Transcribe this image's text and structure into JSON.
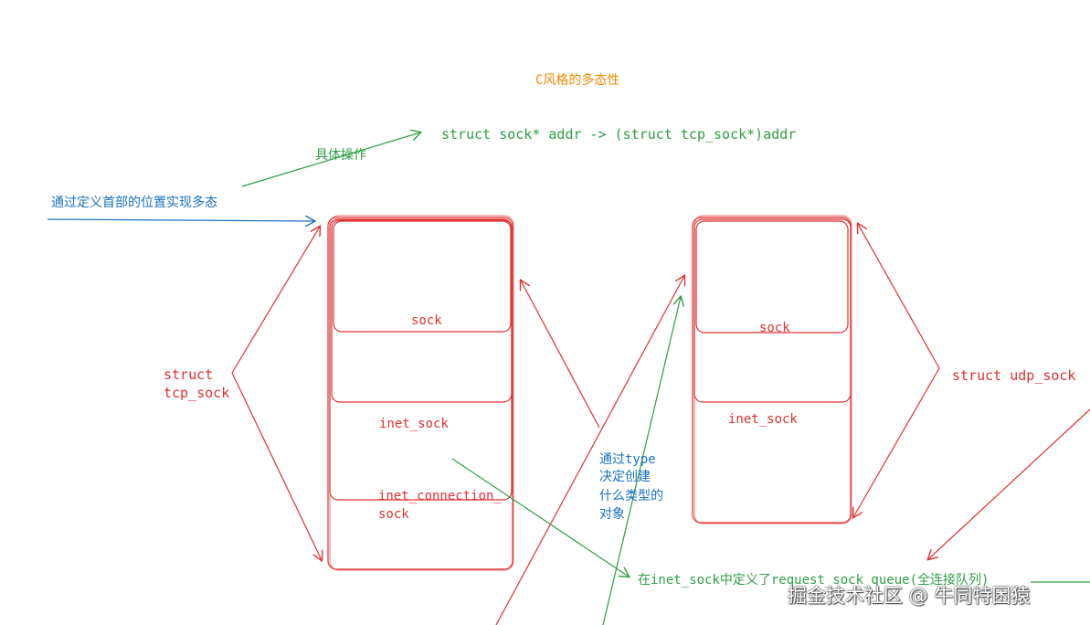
{
  "title": "C风格的多态性",
  "code_line": "struct sock* addr -> (struct tcp_sock*)addr",
  "annotation_specific_op": "具体操作",
  "annotation_header_poly": "通过定义首部的位置实现多态",
  "tcp": {
    "struct_label_line1": "struct",
    "struct_label_line2": "tcp_sock",
    "sock": "sock",
    "inet_sock": "inet_sock",
    "inet_connection_line1": "inet_connection_",
    "inet_connection_line2": "sock"
  },
  "udp": {
    "struct_label": "struct udp_sock",
    "sock": "sock",
    "inet_sock": "inet_sock"
  },
  "type_note": [
    "通过type",
    "决定创建",
    "什么类型的",
    "对象"
  ],
  "request_queue_note": "在inet_sock中定义了request_sock_queue(全连接队列)",
  "watermark": "掘金技术社区 @ 牛同特困猿",
  "colors": {
    "red": "#e03131",
    "green": "#2f9e44",
    "blue": "#1971c2",
    "orange": "#f08c00"
  }
}
